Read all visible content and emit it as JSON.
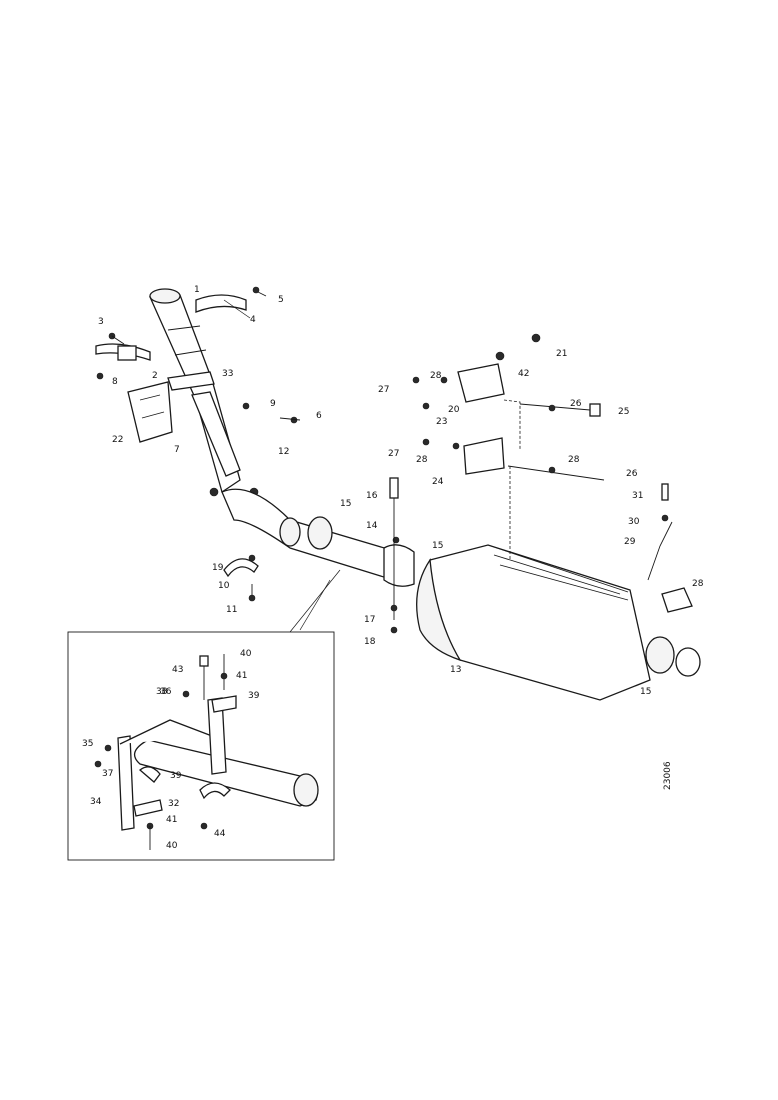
{
  "drawing": {
    "reference_number": "23006",
    "callouts": [
      {
        "id": "c1",
        "text": "1"
      },
      {
        "id": "c2",
        "text": "2"
      },
      {
        "id": "c3",
        "text": "3"
      },
      {
        "id": "c4",
        "text": "4"
      },
      {
        "id": "c5",
        "text": "5"
      },
      {
        "id": "c6",
        "text": "6"
      },
      {
        "id": "c7",
        "text": "7"
      },
      {
        "id": "c8",
        "text": "8"
      },
      {
        "id": "c9",
        "text": "9"
      },
      {
        "id": "c10",
        "text": "10"
      },
      {
        "id": "c11",
        "text": "11"
      },
      {
        "id": "c12",
        "text": "12"
      },
      {
        "id": "c13",
        "text": "13"
      },
      {
        "id": "c14",
        "text": "14"
      },
      {
        "id": "c15a",
        "text": "15"
      },
      {
        "id": "c15b",
        "text": "15"
      },
      {
        "id": "c15c",
        "text": "15"
      },
      {
        "id": "c16",
        "text": "16"
      },
      {
        "id": "c17",
        "text": "17"
      },
      {
        "id": "c18",
        "text": "18"
      },
      {
        "id": "c19",
        "text": "19"
      },
      {
        "id": "c20",
        "text": "20"
      },
      {
        "id": "c21",
        "text": "21"
      },
      {
        "id": "c22",
        "text": "22"
      },
      {
        "id": "c23",
        "text": "23"
      },
      {
        "id": "c24",
        "text": "24"
      },
      {
        "id": "c25",
        "text": "25"
      },
      {
        "id": "c26a",
        "text": "26"
      },
      {
        "id": "c26b",
        "text": "26"
      },
      {
        "id": "c27a",
        "text": "27"
      },
      {
        "id": "c27b",
        "text": "27"
      },
      {
        "id": "c28a",
        "text": "28"
      },
      {
        "id": "c28b",
        "text": "28"
      },
      {
        "id": "c28c",
        "text": "28"
      },
      {
        "id": "c28d",
        "text": "28"
      },
      {
        "id": "c29",
        "text": "29"
      },
      {
        "id": "c30",
        "text": "30"
      },
      {
        "id": "c31",
        "text": "31"
      },
      {
        "id": "c32",
        "text": "32"
      },
      {
        "id": "c33",
        "text": "33"
      },
      {
        "id": "c34",
        "text": "34"
      },
      {
        "id": "c35",
        "text": "35"
      },
      {
        "id": "c36",
        "text": "36"
      },
      {
        "id": "c37",
        "text": "37"
      },
      {
        "id": "c38",
        "text": "38"
      },
      {
        "id": "c39a",
        "text": "39"
      },
      {
        "id": "c39b",
        "text": "39"
      },
      {
        "id": "c40a",
        "text": "40"
      },
      {
        "id": "c40b",
        "text": "40"
      },
      {
        "id": "c41a",
        "text": "41"
      },
      {
        "id": "c41b",
        "text": "41"
      },
      {
        "id": "c42",
        "text": "42"
      },
      {
        "id": "c43",
        "text": "43"
      },
      {
        "id": "c44",
        "text": "44"
      }
    ]
  }
}
